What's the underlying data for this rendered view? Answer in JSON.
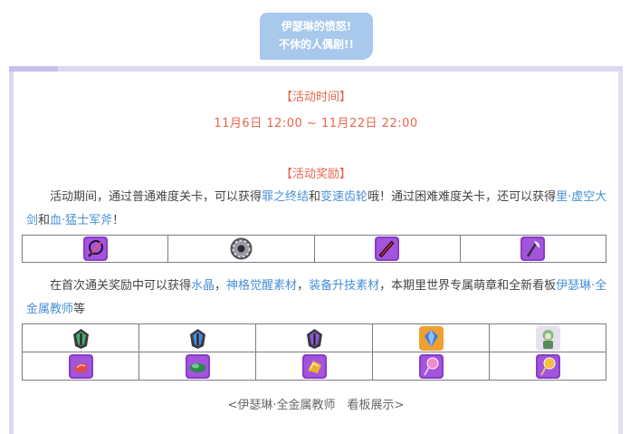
{
  "title_badge": {
    "line1": "伊瑟琳的愤怒!",
    "line2": "不休的人偶剧!!"
  },
  "event_time": {
    "heading": "【活动时间】",
    "date_range": "11月6日 12:00 ~ 11月22日 22:00"
  },
  "event_reward": {
    "heading": "【活动奖励】",
    "para1": {
      "t1": "活动期间，通过普通难度关卡，可以获得",
      "h1": "罪之终结",
      "t2": "和",
      "h2": "变速齿轮",
      "t3": "哦！通过困难难度关卡，还可以获得",
      "h3": "里·虚空大剑",
      "t4": "和",
      "h4": "血·猛士军斧",
      "t5": "！"
    },
    "para2": {
      "t1": "在首次通关奖励中可以获得",
      "h1": "水晶",
      "t2": "，",
      "h2": "神格觉醒素材",
      "t3": "，",
      "h3": "装备升技素材",
      "t4": "，本期里世界专属萌章和全新看板",
      "h4": "伊瑟琳·全金属教师",
      "t5": "等"
    }
  },
  "table1_icons": [
    "whip-icon",
    "gear-icon",
    "greatsword-icon",
    "axe-icon"
  ],
  "table2_icons": [
    [
      "helmet-green-icon",
      "helmet-blue-icon",
      "helmet-purple-icon",
      "crystal-icon",
      "doll-icon"
    ],
    [
      "red-shard-icon",
      "green-shard-icon",
      "gold-shard-icon",
      "pink-orb-icon",
      "gold-orb-icon"
    ]
  ],
  "caption": "<伊瑟琳·全金属教师　看板展示>",
  "colors": {
    "heading": "#e8664e",
    "highlight": "#4a8fd6",
    "badge": "#a8c8ec",
    "purple_tile": "#8a3cc8"
  }
}
